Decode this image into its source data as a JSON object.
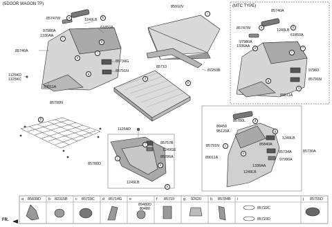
{
  "header": {
    "title": "(5DOOR WAGON 7P)"
  },
  "mtc": {
    "title": "(MTC TYPE)",
    "assy": "85740A"
  },
  "parts": {
    "p85747W": "85747W",
    "p1249LB": "1249LB",
    "p61850A": "61850A",
    "p97980A": "97980A",
    "p1336AA": "1336AA",
    "p85740A": "85740A",
    "p85734G": "85734G",
    "p85791N": "85791N",
    "p1125KD": "1125KD",
    "p1125KC": "1125KC",
    "p89011A": "89011A",
    "p85910V": "85910V",
    "p85710": "85710",
    "p87250B": "87250B",
    "p85790N": "85790N",
    "p1125AD": "1125AD",
    "p85757B": "85757B",
    "p1249GE": "1249GE",
    "p85786A": "85786A",
    "p85780D": "85780D",
    "p97983": "97983",
    "p85780L": "85780L",
    "p89450": "89450",
    "p95120A": "95120A",
    "p1249LB2": "1249LB",
    "p85840A": "85840A",
    "p85734A": "85734A",
    "p97990A": "97990A",
    "p85730A": "85730A"
  },
  "callouts": [
    "a",
    "b",
    "c",
    "d",
    "e",
    "f",
    "g",
    "h",
    "i",
    "j",
    "k",
    "l",
    "m",
    "n",
    "o"
  ],
  "table": [
    {
      "letter": "a",
      "part": "85839D"
    },
    {
      "letter": "b",
      "part": "82315B"
    },
    {
      "letter": "c",
      "part": "85719C"
    },
    {
      "letter": "d",
      "part": "85714G"
    },
    {
      "letter": "e",
      "part": "89480D\n89480"
    },
    {
      "letter": "f",
      "part": "85719"
    },
    {
      "letter": "g",
      "part": "92620"
    },
    {
      "letter": "h",
      "part": "85784B"
    },
    {
      "letter": "i",
      "part": ""
    },
    {
      "letter": "j",
      "part": "85755D"
    }
  ],
  "ring_parts": {
    "top": "85722C",
    "bottom": "85723D"
  },
  "footer": {
    "fr": "FR."
  }
}
